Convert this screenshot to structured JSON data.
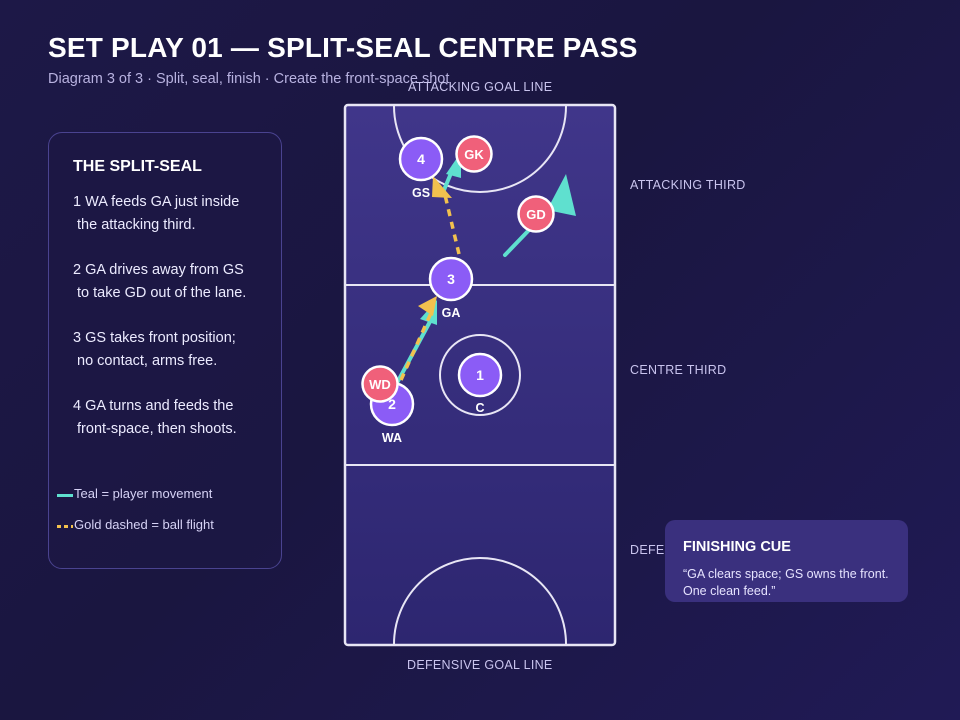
{
  "header": {
    "title": "SET PLAY 01 — SPLIT-SEAL CENTRE PASS",
    "subtitle": "Diagram 3 of 3 · Split, seal, finish · Create the front-space shot"
  },
  "panel": {
    "title": "THE SPLIT-SEAL",
    "steps": [
      "1 WA feeds GA just inside\n the attacking third.",
      "2 GA drives away from GS\n to take GD out of the lane.",
      "3 GS takes front position;\n no contact, arms free.",
      "4 GA turns and feeds the\n front-space, then shoots."
    ],
    "legend": [
      {
        "label": "Teal = player movement",
        "color": "#5fe0cf",
        "style": "solid"
      },
      {
        "label": "Gold dashed = ball flight",
        "color": "#f2c14e",
        "style": "dashed"
      }
    ]
  },
  "court": {
    "labels": {
      "attacking_goal_line": "ATTACKING GOAL LINE",
      "defensive_goal_line": "DEFENSIVE GOAL LINE",
      "attacking_third": "ATTACKING THIRD",
      "centre_third": "CENTRE THIRD",
      "defensive_third": "DEFENSIVE THIRD"
    },
    "colors": {
      "attack": "#8b5cf6",
      "defence": "#f0607a",
      "movement": "#5fe0cf",
      "ball": "#f2c14e",
      "court_fill": "#3a3182",
      "lines": "#e8e6f5"
    },
    "attackers": [
      {
        "number": "4",
        "position": "GS"
      },
      {
        "number": "3",
        "position": "GA"
      },
      {
        "number": "2",
        "position": "WA"
      },
      {
        "number": "1",
        "position": "C"
      }
    ],
    "defenders": [
      {
        "position": "GK"
      },
      {
        "position": "GD"
      },
      {
        "position": "WD"
      }
    ]
  },
  "cue": {
    "title": "FINISHING CUE",
    "text": "“GA clears space; GS owns the front. One clean feed.”"
  }
}
